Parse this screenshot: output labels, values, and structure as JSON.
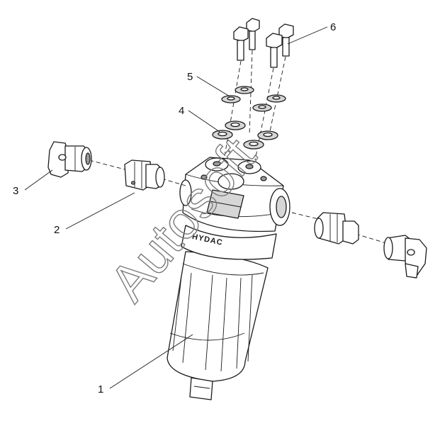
{
  "diagram": {
    "callouts": [
      {
        "id": "1",
        "label": "1"
      },
      {
        "id": "2",
        "label": "2"
      },
      {
        "id": "3",
        "label": "3"
      },
      {
        "id": "4",
        "label": "4"
      },
      {
        "id": "5",
        "label": "5"
      },
      {
        "id": "6",
        "label": "6"
      }
    ],
    "housing_brand_text": "HYDAC",
    "watermark_text": "Autosoft",
    "colors": {
      "line": "#1a1a1a",
      "watermark": "#7a7a7a",
      "background": "#ffffff"
    }
  }
}
